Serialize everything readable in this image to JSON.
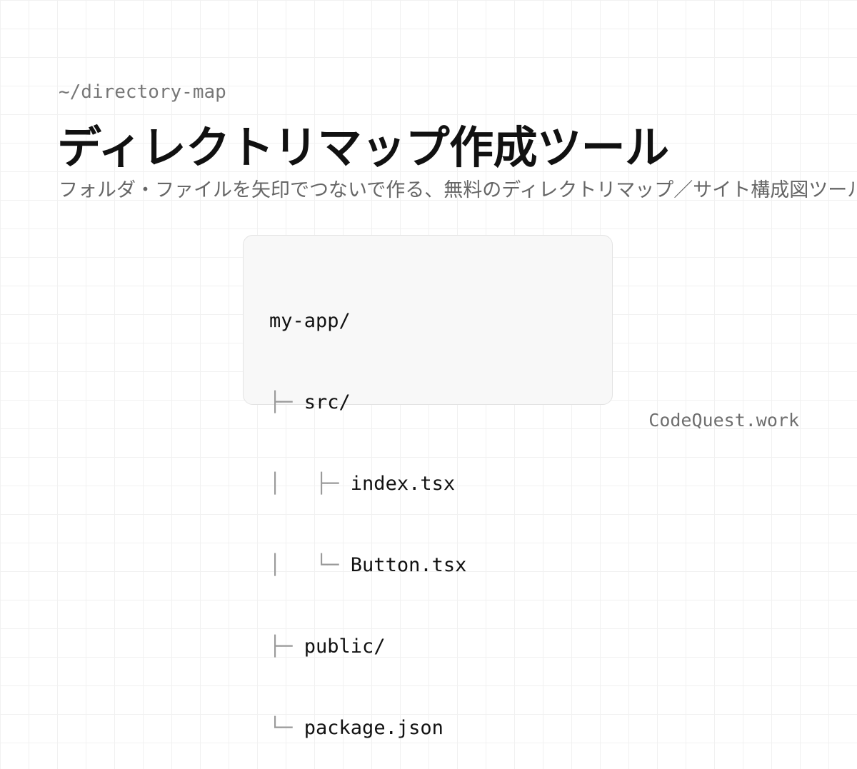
{
  "header": {
    "path": "~/directory-map",
    "title": "ディレクトリマップ作成ツール",
    "subtitle": "フォルダ・ファイルを矢印でつないで作る、無料のディレクトリマップ／サイト構成図ツール"
  },
  "tree": {
    "lines": [
      {
        "prefix": "",
        "name": "my-app/"
      },
      {
        "prefix": "├─ ",
        "name": "src/"
      },
      {
        "prefix": "│   ├─ ",
        "name": "index.tsx"
      },
      {
        "prefix": "│   └─ ",
        "name": "Button.tsx"
      },
      {
        "prefix": "├─ ",
        "name": "public/"
      },
      {
        "prefix": "└─ ",
        "name": "package.json"
      }
    ]
  },
  "footer": {
    "brand": "CodeQuest.work"
  },
  "colors": {
    "background": "#ffffff",
    "grid": "#f1f1f1",
    "title": "#111111",
    "muted": "#777777",
    "card_background": "#f8f8f8",
    "tree_prefix": "#999999"
  }
}
